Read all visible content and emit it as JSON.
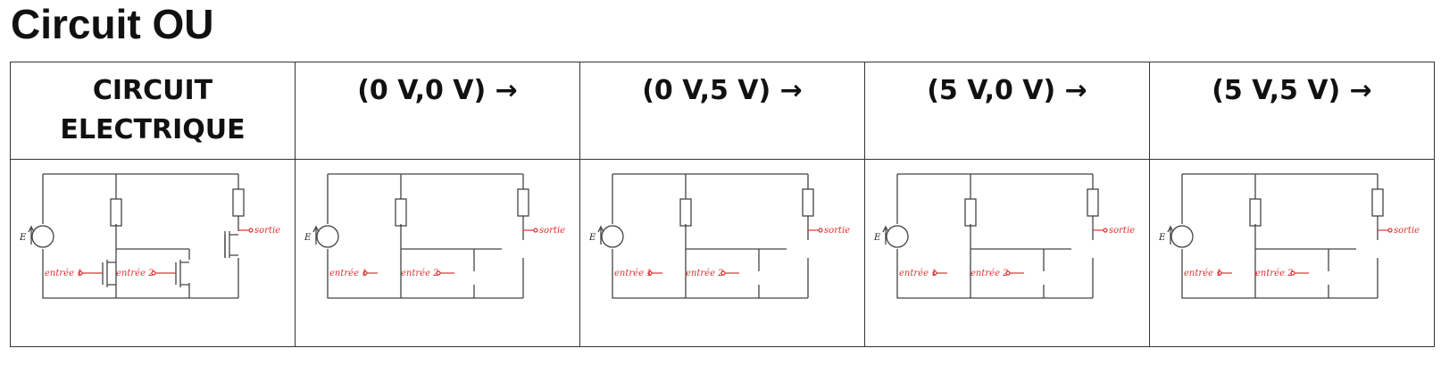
{
  "title": "Circuit OU",
  "header": {
    "col1": "CIRCUIT ELECTRIQUE",
    "col2": "(0 V,0 V) →",
    "col3": "(0 V,5 V) →",
    "col4": "(5 V,0 V) →",
    "col5": "(5 V,5 V) →"
  },
  "labels": {
    "source": "E",
    "input1": "entrée 1",
    "input2": "entrée 2",
    "output": "sortie"
  },
  "colors": {
    "wire": "#444444",
    "signal": "#e03030"
  }
}
